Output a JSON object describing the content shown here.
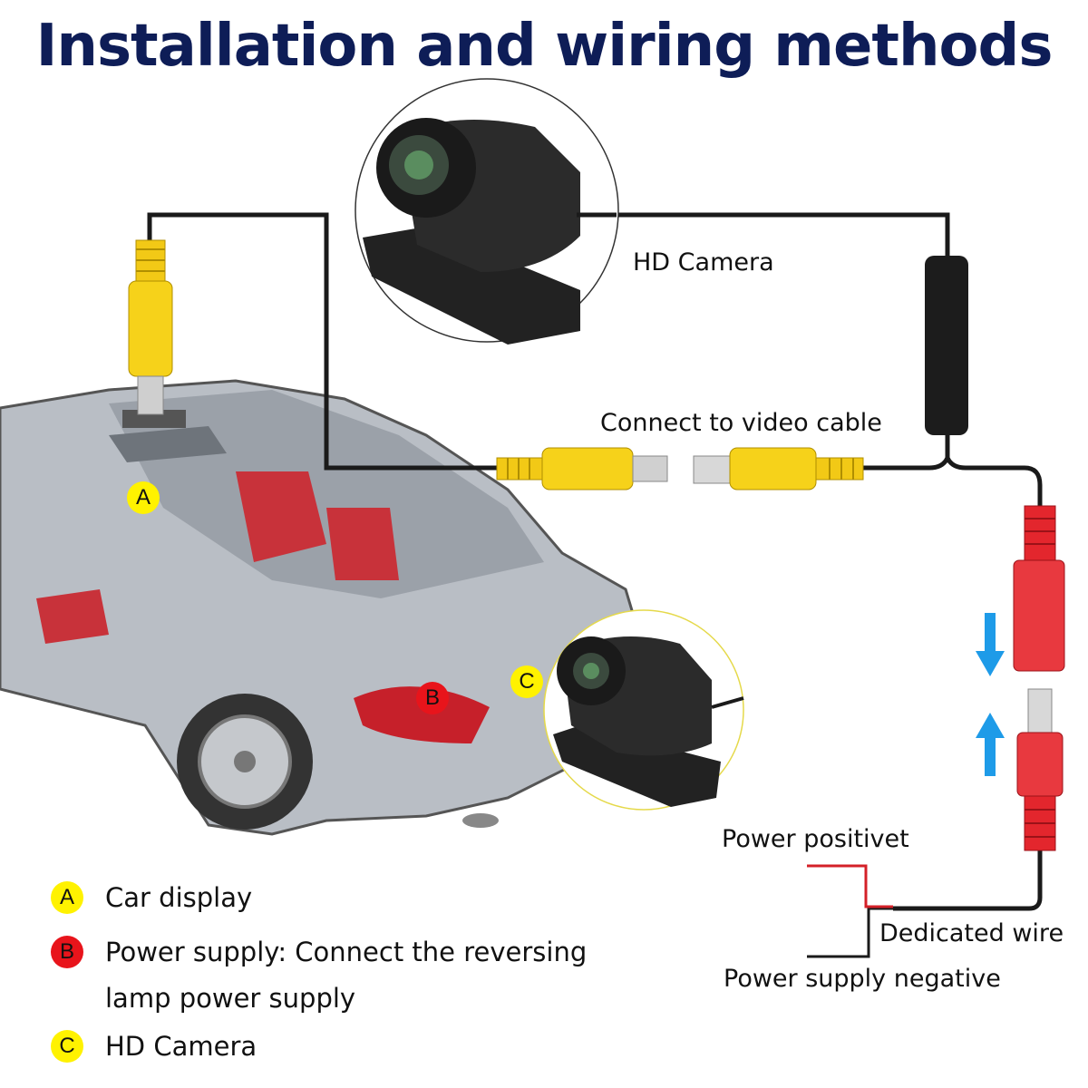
{
  "title": "Installation and wiring methods",
  "labels": {
    "hd_camera": "HD Camera",
    "connect_video": "Connect to video cable",
    "power_positive": "Power positivet",
    "dedicated_wire": "Dedicated wire",
    "power_negative": "Power supply negative"
  },
  "markers": {
    "a": "A",
    "b": "B",
    "c": "C"
  },
  "legend": [
    {
      "letter": "A",
      "text": "Car display",
      "color": "#fff200"
    },
    {
      "letter": "B",
      "text": "Power supply: Connect the reversing",
      "text2": "lamp power supply",
      "color": "#e8141b"
    },
    {
      "letter": "C",
      "text": "HD Camera",
      "color": "#fff200"
    }
  ],
  "colors": {
    "title": "#0e1d57",
    "rca_yellow": "#f6d21a",
    "power_red": "#e3262d",
    "arrow_blue": "#1e9be8"
  }
}
